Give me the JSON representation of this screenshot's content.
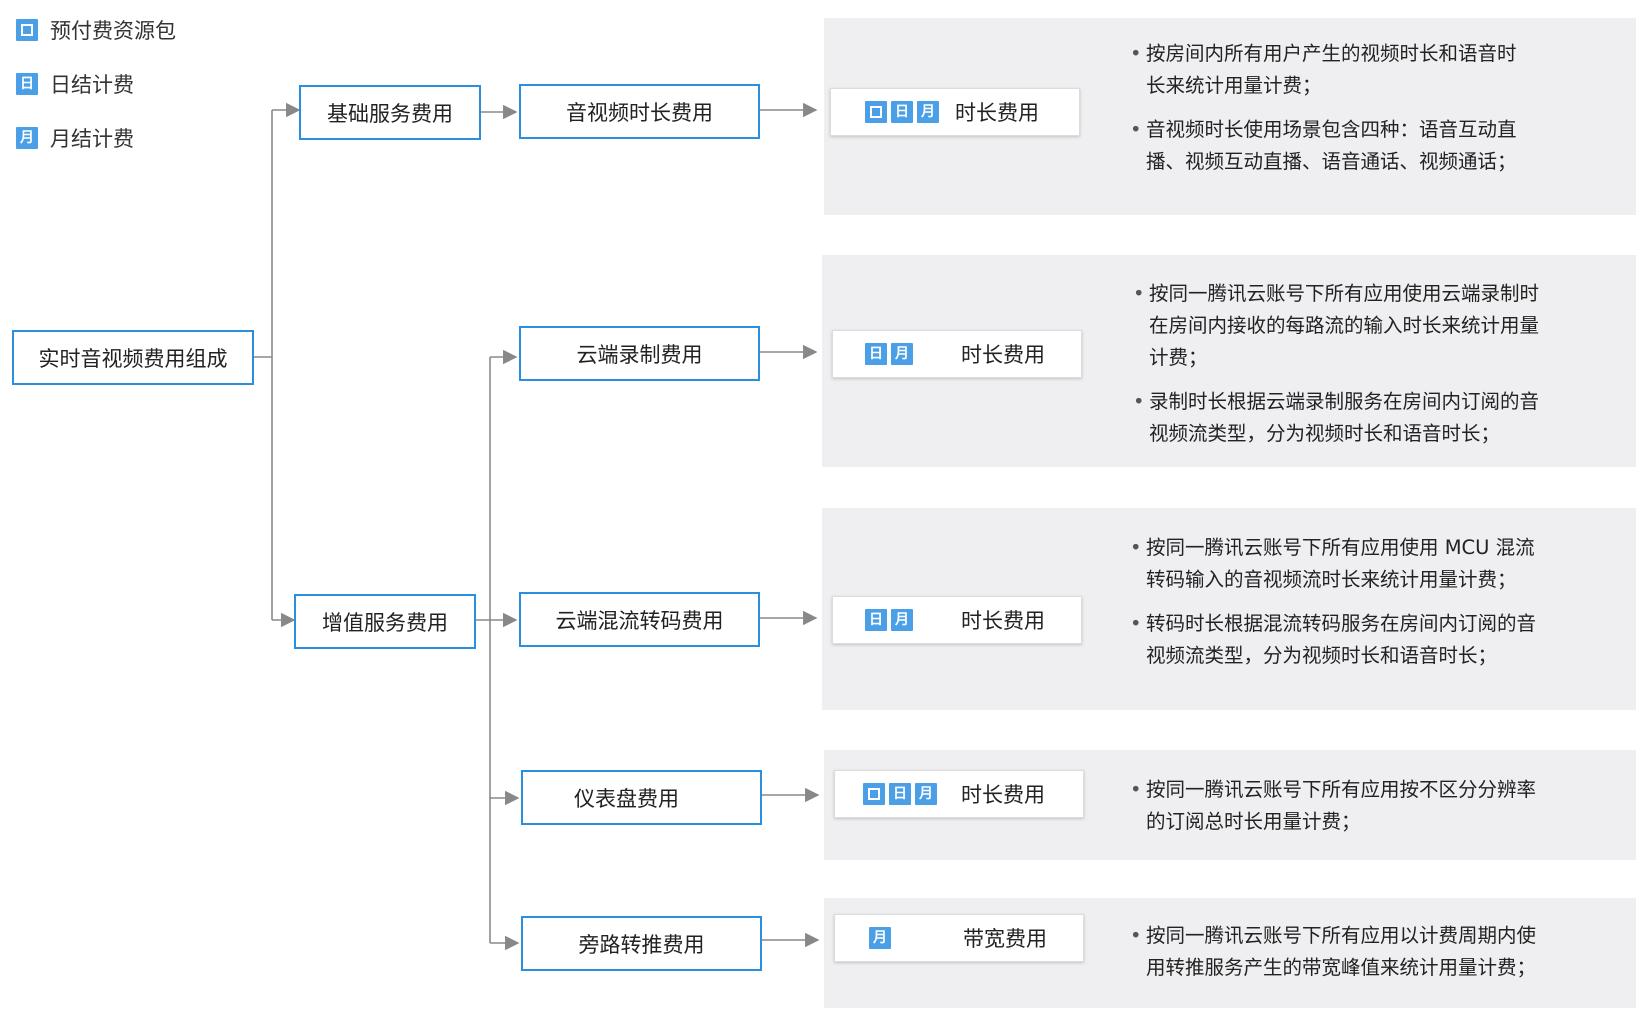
{
  "legend": {
    "prepaid": "预付费资源包",
    "daily": "日结计费",
    "monthly": "月结计费"
  },
  "badges": {
    "daily": "日",
    "monthly": "月"
  },
  "root": "实时音视频费用组成",
  "branches": {
    "basic": "基础服务费用",
    "value_added": "增值服务费用"
  },
  "items": [
    {
      "name": "音视频时长费用",
      "fee": {
        "badges": [
          "prepaid",
          "daily",
          "monthly"
        ],
        "label": "时长费用"
      },
      "bullets": [
        [
          "按房间内所有用户产生的视频时长和语音时",
          "长来统计用量计费；"
        ],
        [
          "音视频时长使用场景包含四种：语音互动直",
          "播、视频互动直播、语音通话、视频通话；"
        ]
      ]
    },
    {
      "name": "云端录制费用",
      "fee": {
        "badges": [
          "daily",
          "monthly"
        ],
        "label": "时长费用"
      },
      "bullets": [
        [
          "按同一腾讯云账号下所有应用使用云端录制时",
          "在房间内接收的每路流的输入时长来统计用量",
          "计费；"
        ],
        [
          "录制时长根据云端录制服务在房间内订阅的音",
          "视频流类型，分为视频时长和语音时长；"
        ]
      ]
    },
    {
      "name": "云端混流转码费用",
      "fee": {
        "badges": [
          "daily",
          "monthly"
        ],
        "label": "时长费用"
      },
      "bullets": [
        [
          "按同一腾讯云账号下所有应用使用 MCU 混流",
          "转码输入的音视频流时长来统计用量计费；"
        ],
        [
          "转码时长根据混流转码服务在房间内订阅的音",
          "视频流类型，分为视频时长和语音时长；"
        ]
      ]
    },
    {
      "name": "仪表盘费用",
      "fee": {
        "badges": [
          "prepaid",
          "daily",
          "monthly"
        ],
        "label": "时长费用"
      },
      "bullets": [
        [
          "按同一腾讯云账号下所有应用按不区分分辨率",
          "的订阅总时长用量计费；"
        ]
      ]
    },
    {
      "name": "旁路转推费用",
      "fee": {
        "badges": [
          "monthly"
        ],
        "label": "带宽费用"
      },
      "bullets": [
        [
          "按同一腾讯云账号下所有应用以计费周期内使",
          "用转推服务产生的带宽峰值来统计用量计费；"
        ]
      ]
    }
  ]
}
